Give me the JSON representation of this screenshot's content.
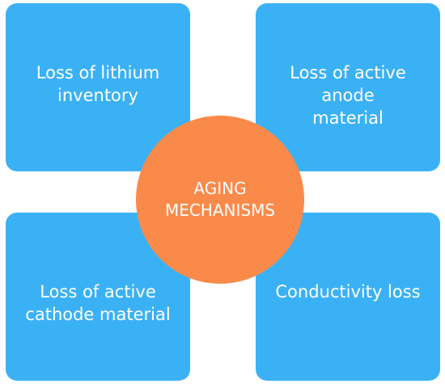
{
  "colors": {
    "tile_fill": "#3bb1f5",
    "center_fill": "#f98a4a",
    "text": "#ffffff"
  },
  "tiles": {
    "top_left": "Loss of lithium\ninventory",
    "top_right": "Loss of active anode\nmaterial",
    "bottom_left": "Loss of active\ncathode material",
    "bottom_right": "Conductivity loss"
  },
  "center": {
    "label": "AGING\nMECHANISMS"
  }
}
